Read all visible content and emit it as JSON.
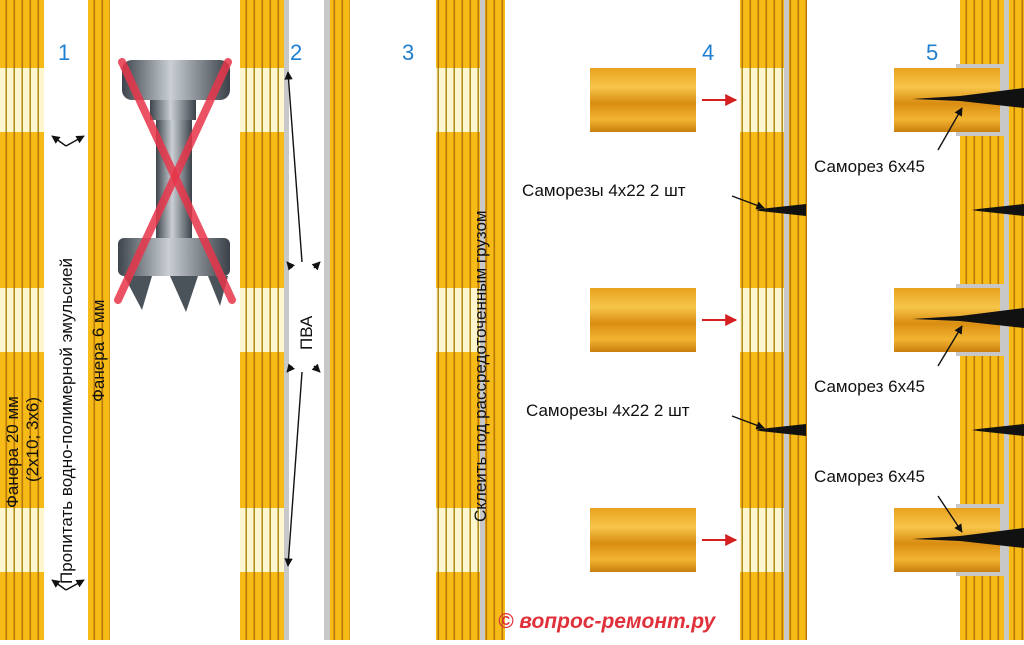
{
  "diagram": {
    "step_numbers": [
      "1",
      "2",
      "3",
      "4",
      "5"
    ],
    "label_plywood_20": "Фанера 20 мм",
    "label_plywood_20_sub": "(2х10; 3х6)",
    "label_impregnate": "Пропитать водно-полимерной эмульсией",
    "label_plywood_6": "Фанера 6 мм",
    "label_pva": "ПВА",
    "label_glue_press": "Склеить под рассредоточенным грузом",
    "label_screws_4x22": [
      "Саморезы 4х22 2 шт",
      "Саморезы 4х22 2 шт"
    ],
    "label_screw_6x45": [
      "Саморез 6х45",
      "Саморез 6х45",
      "Саморез 6х45"
    ],
    "watermark": "© вопрос-ремонт.ру"
  },
  "colors": {
    "plywood_yellow": "#f6bb16",
    "plywood_line": "#b87808",
    "veneer_cream": "#fdf6cf",
    "glue_gray": "#c8c8c8",
    "step_number": "#1f7fd0",
    "arrow_red": "#d42020",
    "drill_metal": "#5a636b",
    "cross_red": "#e8364a",
    "watermark": "#e0303a"
  },
  "icons": [
    "drill-bit-icon",
    "cross-icon",
    "arrow-right-icon",
    "screw-icon"
  ]
}
